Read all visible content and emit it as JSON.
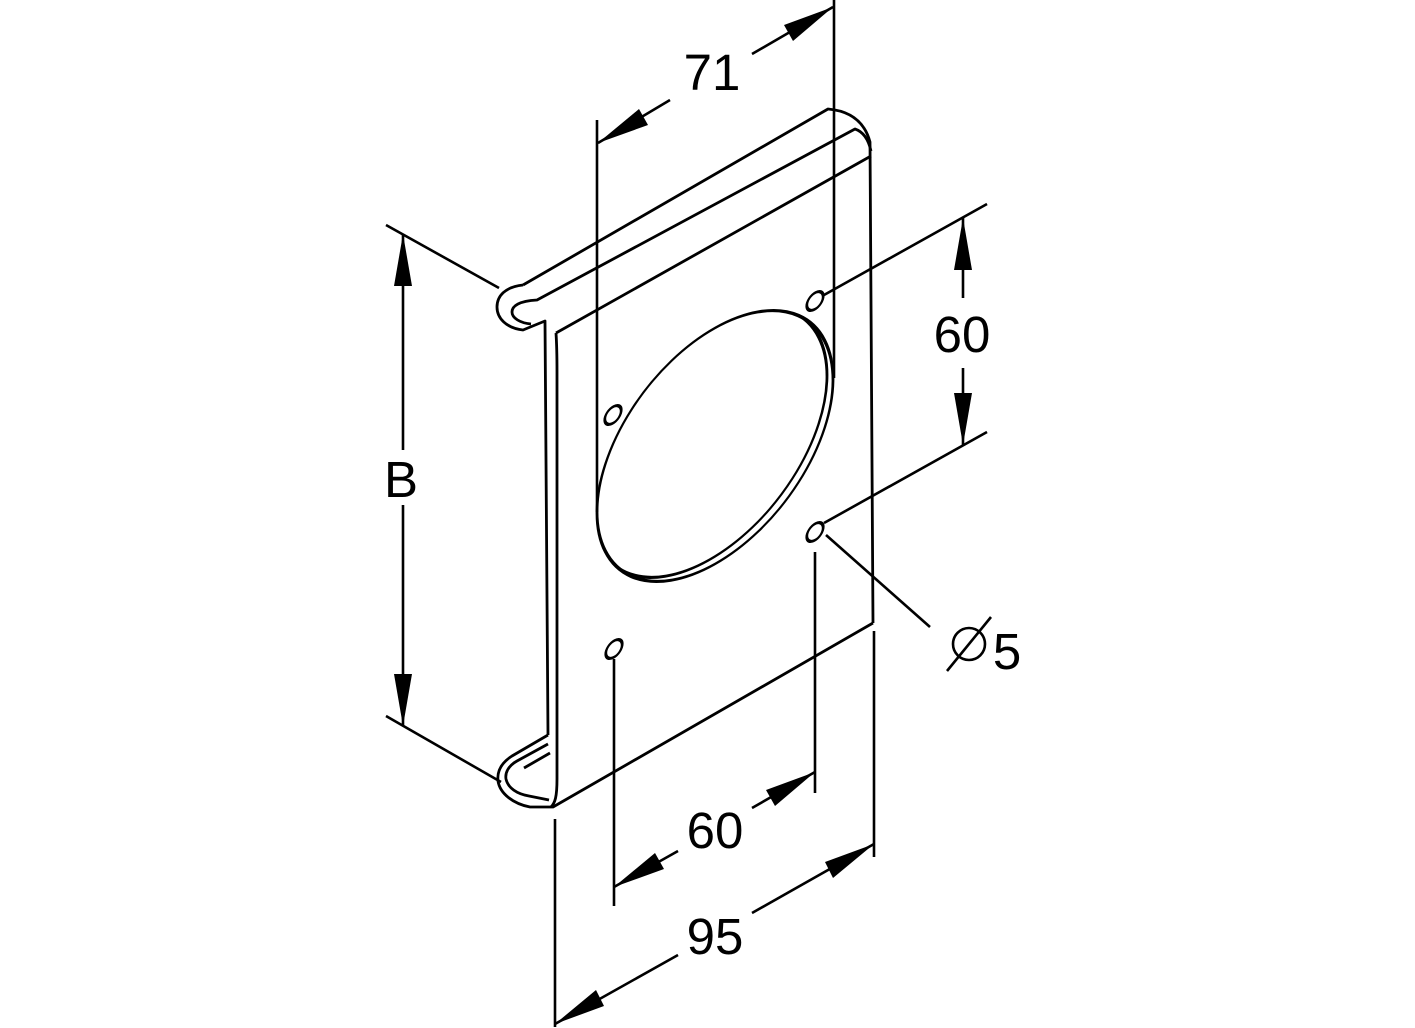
{
  "drawing": {
    "background_color": "#ffffff",
    "line_color": "#000000",
    "labels": {
      "top_width": "71",
      "right_hole_spacing": "60",
      "height": "B",
      "bottom_hole_spacing": "60",
      "bottom_width": "95",
      "hole_diameter_symbol": "Ø",
      "hole_diameter": "5"
    }
  }
}
